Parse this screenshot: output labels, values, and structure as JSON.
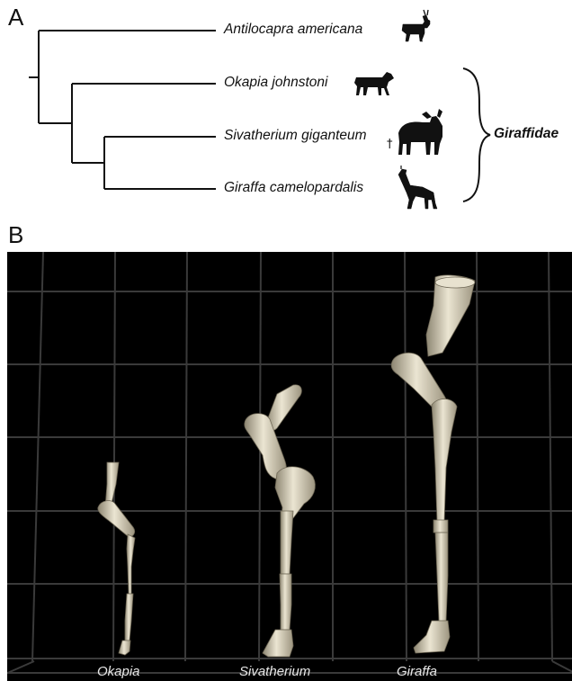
{
  "panel_a": {
    "letter": "A",
    "taxa": [
      {
        "name": "Antilocapra americana",
        "silhouette": "pronghorn-icon"
      },
      {
        "name": "Okapia johnstoni",
        "silhouette": "okapi-icon"
      },
      {
        "name": "Sivatherium giganteum",
        "silhouette": "sivatherium-icon"
      },
      {
        "name": "Giraffa camelopardalis",
        "silhouette": "giraffe-icon"
      }
    ],
    "extinct_marker": "†",
    "clade_label": "Giraffidae"
  },
  "panel_b": {
    "letter": "B",
    "legs": [
      {
        "label": "Okapia"
      },
      {
        "label": "Sivatherium"
      },
      {
        "label": "Giraffa"
      }
    ],
    "colors": {
      "background": "#000000",
      "grid": "#3a3a3a",
      "bone": "#e3dcc8",
      "bone_shadow": "#8d8672"
    }
  }
}
